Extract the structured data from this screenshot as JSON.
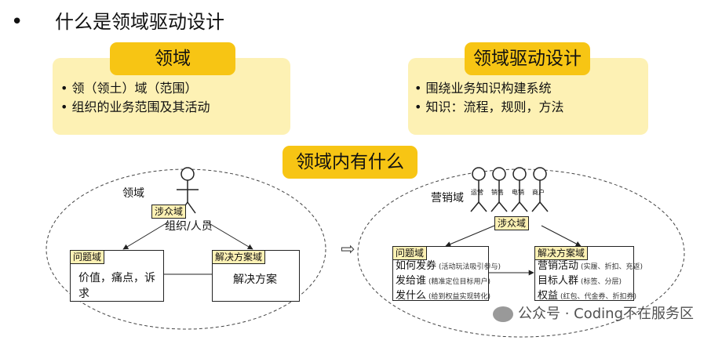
{
  "header": {
    "bullet": "•",
    "title": "什么是领域驱动设计"
  },
  "left_panel": {
    "title": "领域",
    "items": [
      "领（领土）域（范围）",
      "组织的业务范围及其活动"
    ]
  },
  "right_panel": {
    "title": "领域驱动设计",
    "items": [
      "围绕业务知识构建系统",
      "知识：流程，规则，方法"
    ]
  },
  "center_title": "领域内有什么",
  "left_diagram": {
    "domain_label": "领域",
    "stakeholder_tag": "涉众域",
    "actor_label": "组织/人员",
    "problem_box": {
      "tag": "问题域",
      "text": "价值，痛点，诉求"
    },
    "solution_box": {
      "tag": "解决方案域",
      "text": "解决方案"
    }
  },
  "arrow_between": "⇨",
  "right_diagram": {
    "domain_label": "营销域",
    "roles": [
      "运营",
      "销售",
      "电销",
      "商户"
    ],
    "stakeholder_tag": "涉众域",
    "problem_box": {
      "tag": "问题域",
      "rows": [
        {
          "main": "如何发券",
          "note": "(活动玩法吸引参与)"
        },
        {
          "main": "发给谁",
          "note": "(精准定位目标用户)"
        },
        {
          "main": "发什么",
          "note": "(给到权益实现转化)"
        }
      ]
    },
    "solution_box": {
      "tag": "解决方案域",
      "rows": [
        {
          "main": "营销活动",
          "note": "(实履、折扣、充返)"
        },
        {
          "main": "目标人群",
          "note": "(标签、分层)"
        },
        {
          "main": "权益",
          "note": "(红包、代金券、折扣券)"
        }
      ]
    }
  },
  "watermark": "公众号 · Coding不在服务区"
}
